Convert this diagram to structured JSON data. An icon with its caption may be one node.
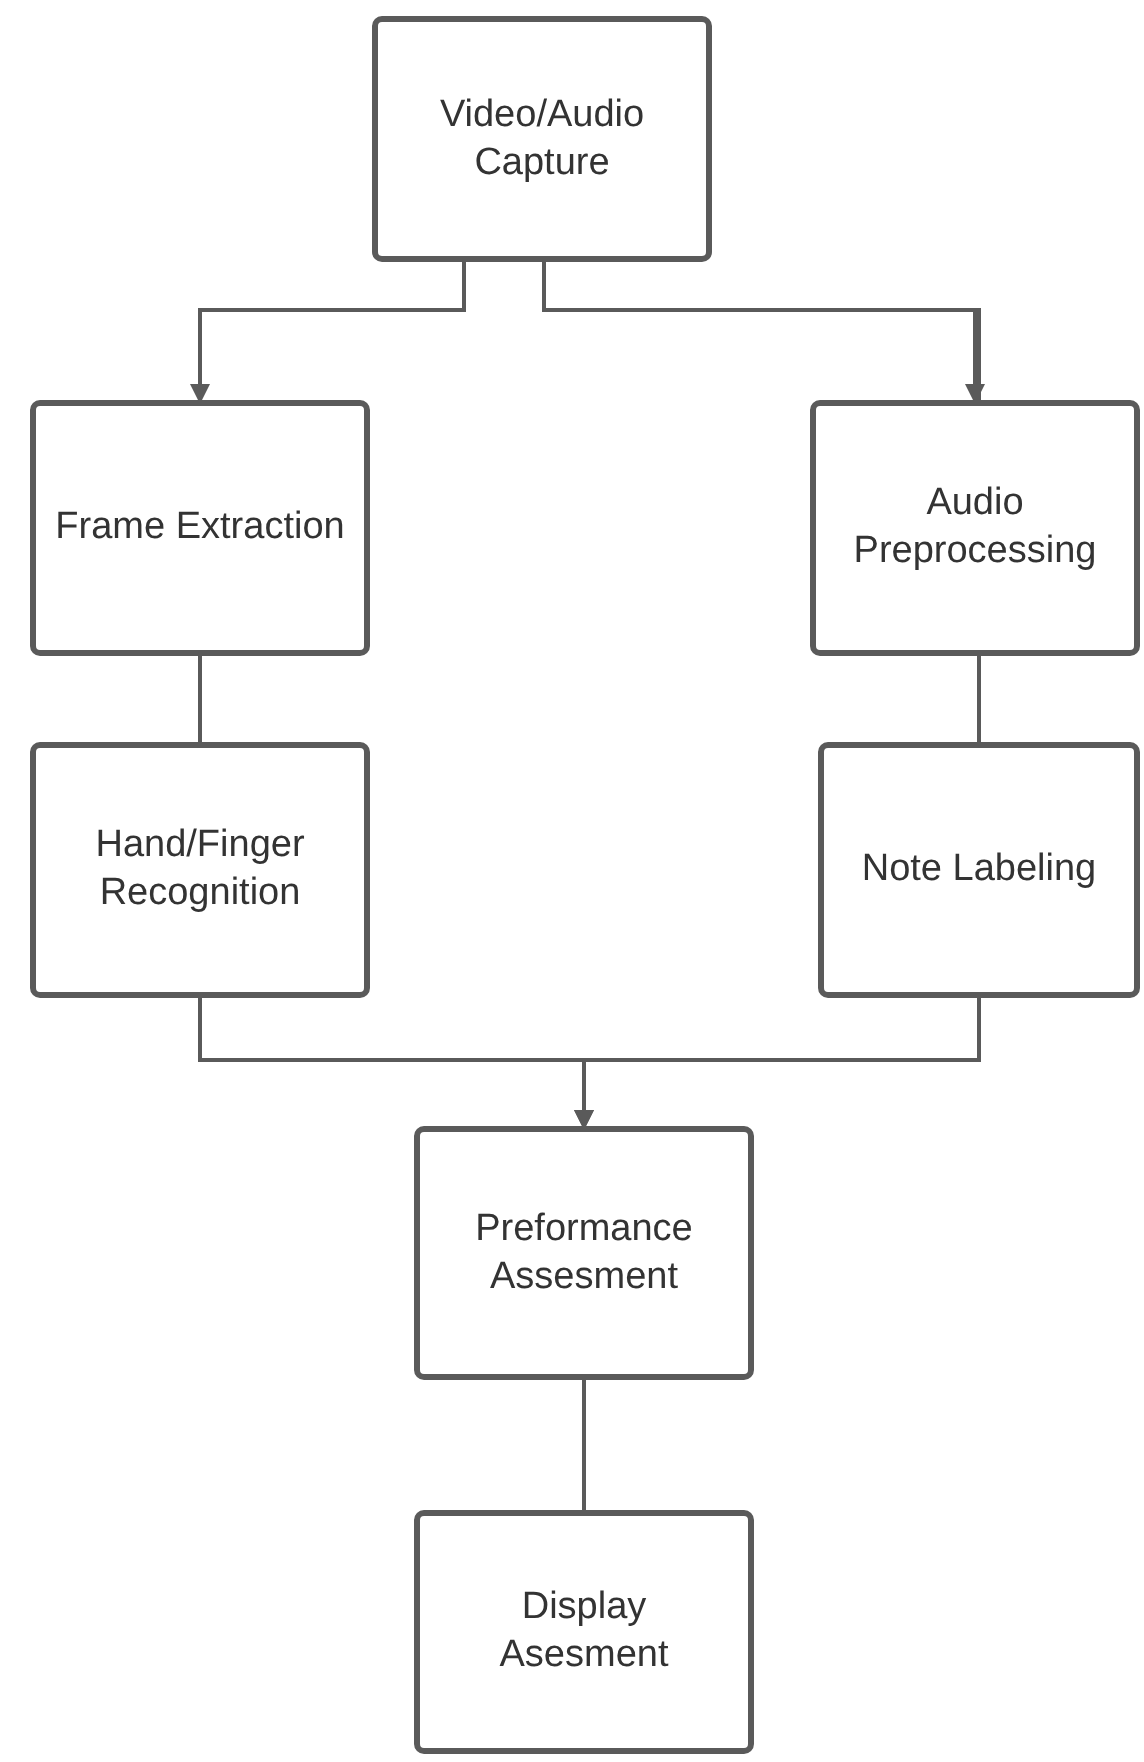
{
  "diagram": {
    "nodes": [
      {
        "text": [
          "Video/Audio Capture"
        ]
      },
      {
        "text": [
          "Frame Extraction"
        ]
      },
      {
        "text": [
          "Audio Preprocessing"
        ]
      },
      {
        "text": [
          "Hand/Finger Recognition"
        ]
      },
      {
        "text": [
          "Note Labeling"
        ]
      },
      {
        "text": [
          "Preformance Assesment"
        ]
      },
      {
        "text": [
          "Display Asesment"
        ]
      }
    ],
    "edges": [
      {
        "from": 0,
        "to": 1,
        "arrow": "to"
      },
      {
        "from": 0,
        "to": 2,
        "arrow": "to"
      },
      {
        "from": 1,
        "to": 3,
        "arrow": "none"
      },
      {
        "from": 2,
        "to": 4,
        "arrow": "none"
      },
      {
        "from": 3,
        "to": 5,
        "arrow": "to"
      },
      {
        "from": 4,
        "to": 5,
        "arrow": "to"
      },
      {
        "from": 5,
        "to": 6,
        "arrow": "none"
      }
    ]
  }
}
